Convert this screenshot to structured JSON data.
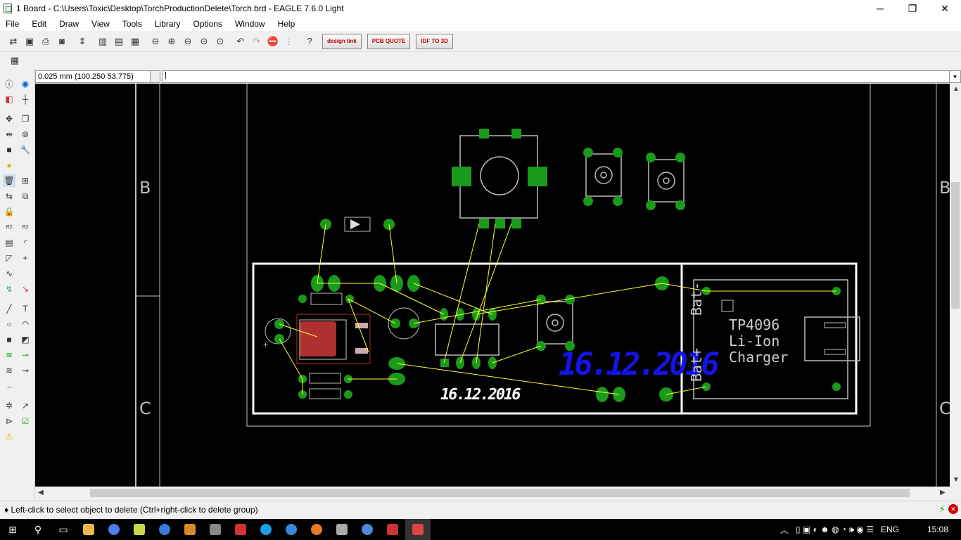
{
  "window": {
    "title": "1 Board - C:\\Users\\Toxic\\Desktop\\TorchProductionDelete\\Torch.brd - EAGLE 7.6.0 Light",
    "minimize": "─",
    "restore": "❐",
    "close": "✕"
  },
  "menu": [
    "File",
    "Edit",
    "Draw",
    "View",
    "Tools",
    "Library",
    "Options",
    "Window",
    "Help"
  ],
  "toolbar": {
    "design_link": "design link",
    "pcb_quote": "PCB QUOTE",
    "idf_to_3d": "IDF TO 3D"
  },
  "coordinate": "0.025 mm (100.250 53.775)",
  "command_value": "|",
  "board": {
    "frame_labels": [
      "B",
      "C"
    ],
    "date_white": "16.12.2016",
    "date_blue": "16.12.2016",
    "charger_lines": [
      "TP4096",
      "Li-Ion",
      "Charger"
    ],
    "bat_minus": "Bat-",
    "bat_plus": "Bat+",
    "colors": {
      "pad": "#1a9a1a",
      "airwire": "#ffff33",
      "outline": "#ffffff",
      "blue_text": "#1414e6",
      "smd": "#b03030"
    }
  },
  "status": "♦ Left-click to select object to delete (Ctrl+right-click to delete group)",
  "taskbar": {
    "lang": "ENG",
    "time": "15:08"
  }
}
